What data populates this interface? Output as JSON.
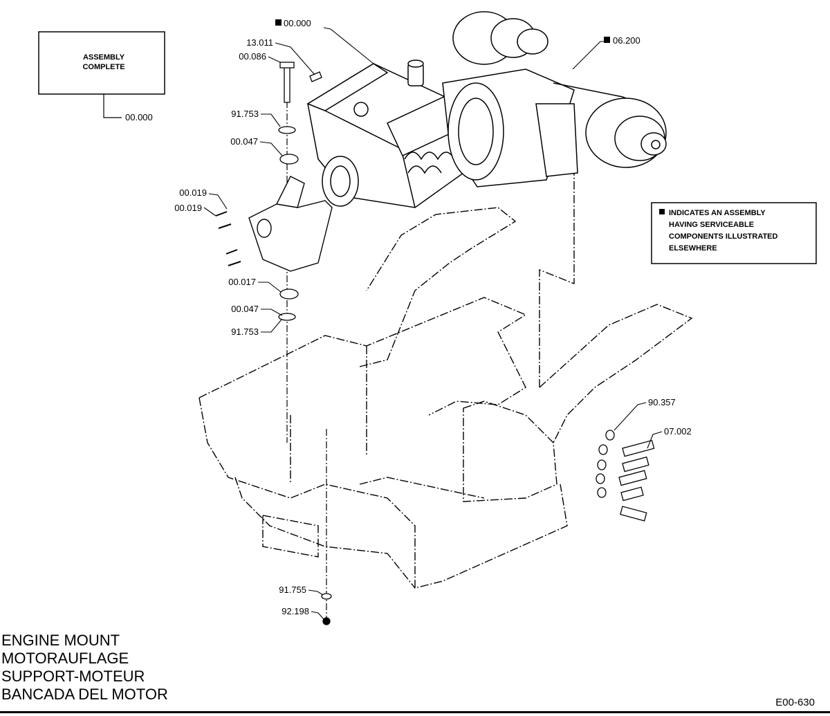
{
  "assembly_box": {
    "line1": "ASSEMBLY",
    "line2": "COMPLETE",
    "ref": "00.000"
  },
  "legend": {
    "symbol": "■",
    "lines": [
      "INDICATES AN ASSEMBLY",
      "HAVING SERVICEABLE",
      "COMPONENTS ILLUSTRATED",
      "ELSEWHERE"
    ]
  },
  "callouts": {
    "engine": "00.000",
    "transmission": "06.200",
    "c13011": "13.011",
    "c00086": "00.086",
    "c91753a": "91.753",
    "c00047a": "00.047",
    "c00019a": "00.019",
    "c00019b": "00.019",
    "c00017": "00.017",
    "c00047b": "00.047",
    "c91753b": "91.753",
    "c90357": "90.357",
    "c07002": "07.002",
    "c91755": "91.755",
    "c92198": "92.198"
  },
  "title": {
    "en": "ENGINE MOUNT",
    "de": "MOTORAUFLAGE",
    "fr": "SUPPORT-MOTEUR",
    "es": "BANCADA DEL MOTOR"
  },
  "figure_id": "E00-630"
}
